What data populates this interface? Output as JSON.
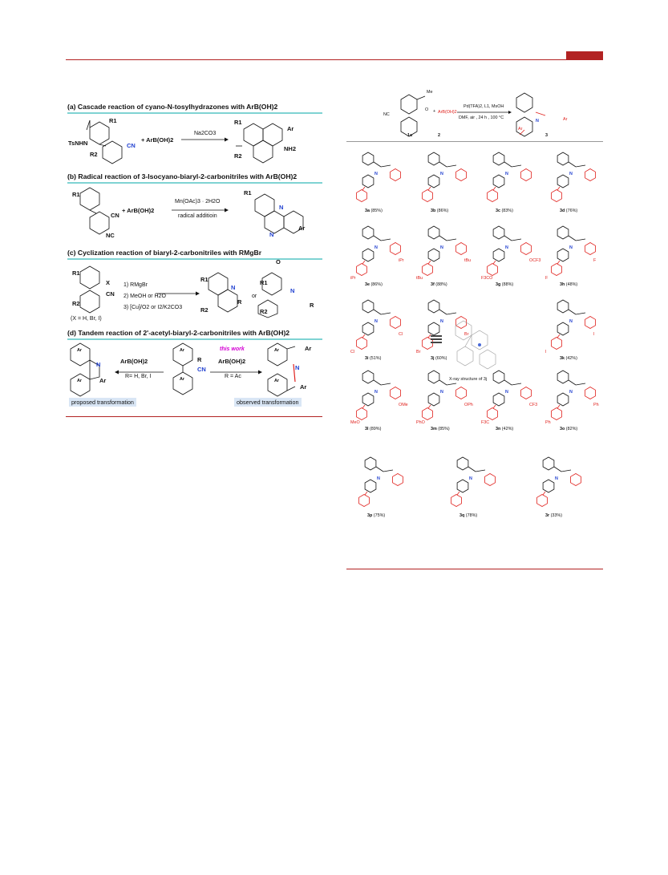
{
  "left": {
    "a": {
      "heading": "(a) Cascade reaction of cyano-N-tosylhydrazones with ArB(OH)2",
      "tsnhn": "TsNHN",
      "r1": "R1",
      "r2": "R2",
      "cn": "CN",
      "plus_reagent": "+  ArB(OH)2",
      "condition": "Na2CO3",
      "prod_r1": "R1",
      "prod_r2": "R2",
      "prod_ar": "Ar",
      "prod_nh2": "NH2"
    },
    "b": {
      "heading": "(b) Radical reaction of 3-Isocyano-biaryl-2-carbonitriles with ArB(OH)2",
      "r1": "R1",
      "cn": "CN",
      "nc": "NC",
      "plus_reagent": "+  ArB(OH)2",
      "condition_top": "Mn(OAc)3 · 2H2O",
      "condition_bottom": "radical additioin",
      "prod_r1": "R1",
      "prod_n1": "N",
      "prod_n2": "N",
      "prod_ar": "Ar"
    },
    "c": {
      "heading": "(c) Cyclization reaction of biaryl-2-carbonitriles with RMgBr",
      "r1": "R1",
      "r2": "R2",
      "x": "X",
      "cn": "CN",
      "note": "(X = H, Br, I)",
      "steps": [
        "1) RMgBr",
        "2) MeOH or H2O",
        "3) [Cu]/O2 or I2/K2CO3"
      ],
      "or": "or",
      "p1_r1": "R1",
      "p1_r2": "R2",
      "p1_n": "N",
      "p1_r": "R",
      "p2_o": "O",
      "p2_r1": "R1",
      "p2_r2": "R2",
      "p2_n": "N",
      "p2_r": "R"
    },
    "d": {
      "heading": "(d) Tandem reaction of 2'-acetyl-biaryl-2-carbonitriles with ArB(OH)2",
      "ar": "Ar",
      "n": "N",
      "r": "R",
      "cn": "CN",
      "left_reagent": "ArB(OH)2",
      "left_condition": "R= H, Br, I",
      "this_work": "this work",
      "right_reagent": "ArB(OH)2",
      "right_condition": "R = Ac",
      "proposed": "proposed transformation",
      "observed": "observed transformation"
    }
  },
  "right": {
    "scheme": {
      "me": "Me",
      "o": "O",
      "nc": "NC",
      "plus": "+",
      "reagent": "ArB(OH)2",
      "cond_top": "Pd(TFA)2, L1, MsOH",
      "cond_bottom": "DMF, air , 24 h , 100 °C",
      "label_1a": "1a",
      "label_2": "2",
      "label_3": "3",
      "n": "N",
      "ar": "Ar",
      "ar2": "Ar"
    },
    "compounds": [
      {
        "id": "3a",
        "yield": "(85%)",
        "sub": "",
        "sub2": ""
      },
      {
        "id": "3b",
        "yield": "(86%)",
        "sub": "",
        "sub2": ""
      },
      {
        "id": "3c",
        "yield": "(83%)",
        "sub": "",
        "sub2": ""
      },
      {
        "id": "3d",
        "yield": "(76%)",
        "sub": "",
        "sub2": ""
      },
      {
        "id": "3e",
        "yield": "(86%)",
        "sub": "iPr",
        "sub2": "iPr"
      },
      {
        "id": "3f",
        "yield": "(88%)",
        "sub": "tBu",
        "sub2": "tBu"
      },
      {
        "id": "3g",
        "yield": "(88%)",
        "sub": "F3CO",
        "sub2": "OCF3"
      },
      {
        "id": "3h",
        "yield": "(48%)",
        "sub": "F",
        "sub2": "F"
      },
      {
        "id": "3i",
        "yield": "(51%)",
        "sub": "Cl",
        "sub2": "Cl"
      },
      {
        "id": "3j",
        "yield": "(60%)",
        "sub": "Br",
        "sub2": "Br"
      },
      {
        "id": "3k",
        "yield": "(42%)",
        "sub": "I",
        "sub2": "I"
      },
      {
        "id": "3l",
        "yield": "(89%)",
        "sub": "MeO",
        "sub2": "OMe"
      },
      {
        "id": "3m",
        "yield": "(85%)",
        "sub": "PhO",
        "sub2": "OPh"
      },
      {
        "id": "3n",
        "yield": "(42%)",
        "sub": "F3C",
        "sub2": "CF3"
      },
      {
        "id": "3o",
        "yield": "(82%)",
        "sub": "Ph",
        "sub2": "Ph"
      },
      {
        "id": "3p",
        "yield": "(75%)",
        "sub": "",
        "sub2": ""
      },
      {
        "id": "3q",
        "yield": "(78%)",
        "sub": "",
        "sub2": ""
      },
      {
        "id": "3r",
        "yield": "(33%)",
        "sub": "",
        "sub2": ""
      }
    ],
    "xray_label": "X-ray structure of 3j",
    "n": "N"
  },
  "colors": {
    "accent": "#b22222",
    "product_red": "#e0201c",
    "nitrogen_blue": "#1f3fd0",
    "heading_underline": "#7fd3d3",
    "tag_bg": "#d9e6f5",
    "this_work": "#d400d4"
  }
}
